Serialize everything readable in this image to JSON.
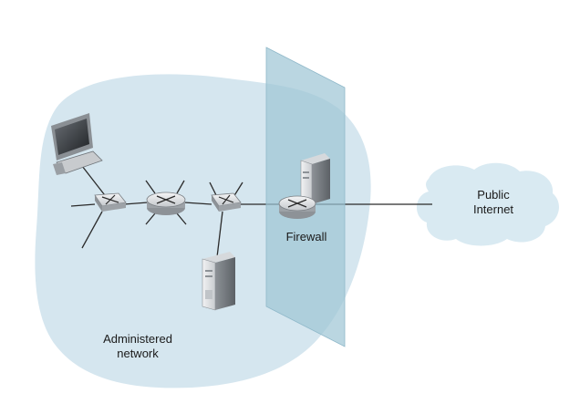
{
  "labels": {
    "administered_line1": "Administered",
    "administered_line2": "network",
    "firewall": "Firewall",
    "public_line1": "Public",
    "public_line2": "Internet"
  },
  "colors": {
    "network_blob": "#d5e6ef",
    "firewall_panel": "#9cc4d4",
    "cloud": "#d9eaf2",
    "line": "#2a2a2a",
    "device_light": "#e2e4e6",
    "device_dark": "#6e7378"
  }
}
